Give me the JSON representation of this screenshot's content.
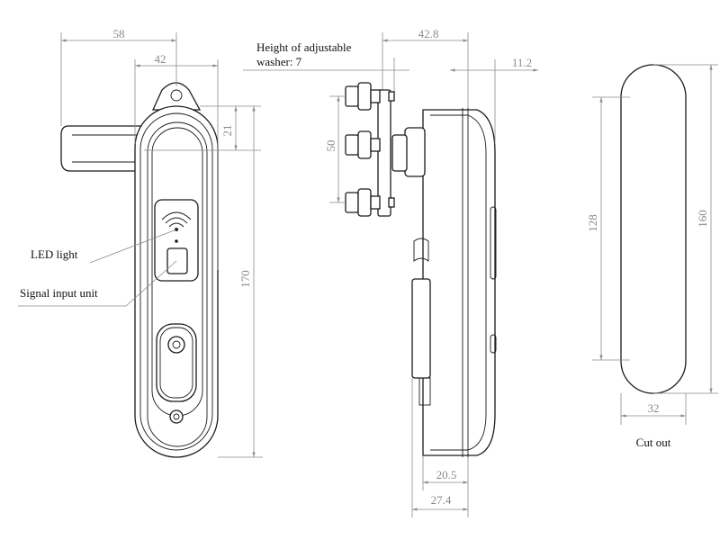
{
  "diagram": {
    "front_view": {
      "width_overall": "58",
      "width_body": "42",
      "top_offset": "21",
      "height": "170",
      "callouts": {
        "led_light": "LED light",
        "signal_input": "Signal input unit"
      }
    },
    "side_view": {
      "washer_note_line1": "Height of adjustable",
      "washer_note_line2": "washer: 7",
      "depth_total": "42.8",
      "front_depth": "11.2",
      "stud_spacing": "50",
      "depth_a": "20.5",
      "depth_b": "27.4"
    },
    "cutout": {
      "height_inner": "128",
      "height_outer": "160",
      "width": "32",
      "caption": "Cut out"
    }
  }
}
